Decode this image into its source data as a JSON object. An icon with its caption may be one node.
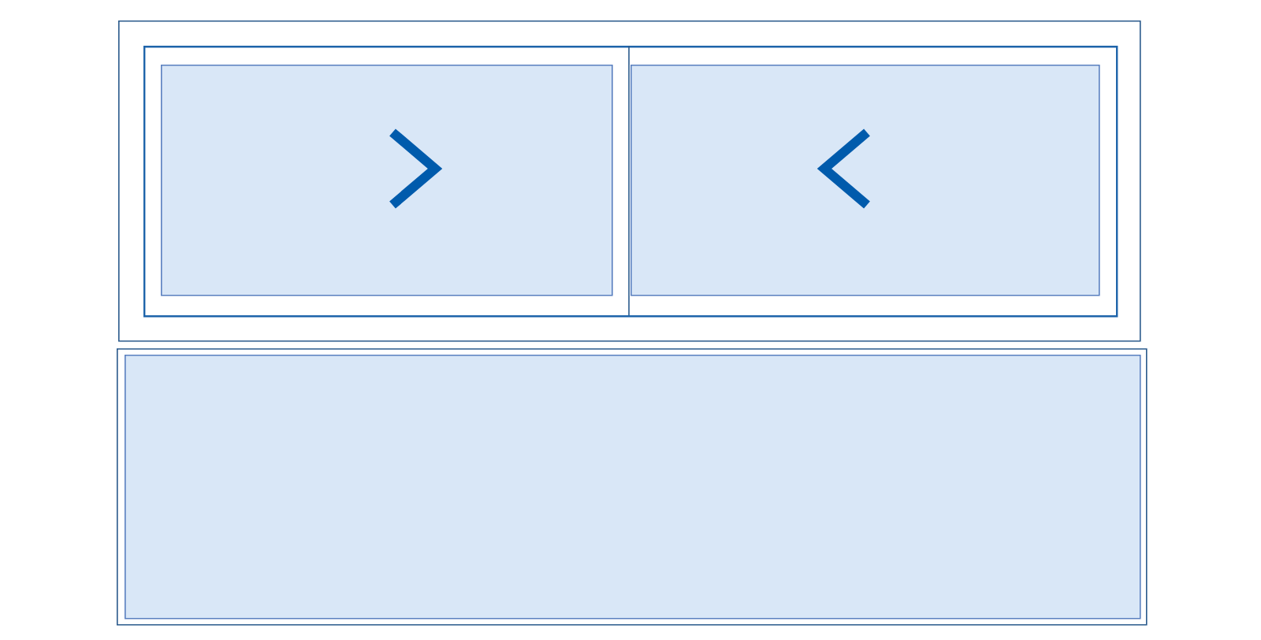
{
  "diagram": {
    "nodes": [
      {
        "text": [],
        "shape": "box"
      },
      {
        "text": [],
        "shape": "box",
        "in": 0
      },
      {
        "text": [],
        "shape": "box",
        "in": 1
      },
      {
        "text": [],
        "shape": "box",
        "in": 1
      },
      {
        "text": [],
        "shape": "box"
      },
      {
        "text": [],
        "shape": "box",
        "in": 4
      }
    ]
  }
}
